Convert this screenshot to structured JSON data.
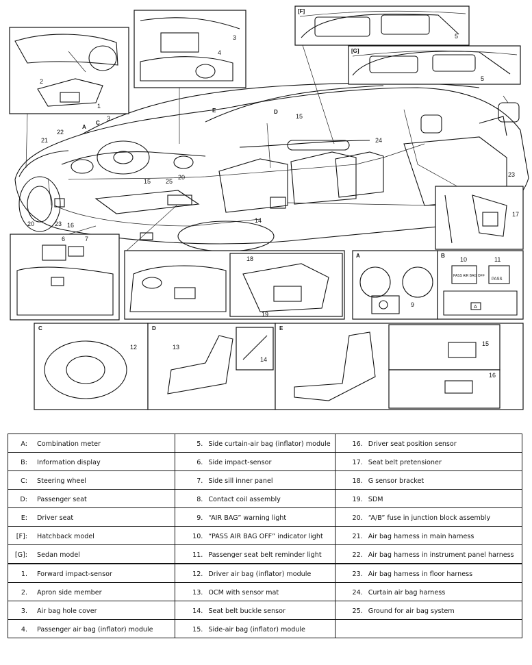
{
  "callouts": {
    "n1": "1",
    "n2": "2",
    "n3": "3",
    "n4": "4",
    "n5": "5",
    "n6": "6",
    "n7": "7",
    "n9": "9",
    "n10": "10",
    "n11": "11",
    "n12": "12",
    "n13": "13",
    "n14": "14",
    "n15": "15",
    "n16": "16",
    "n17": "17",
    "n18": "18",
    "n19": "19",
    "n20": "20",
    "n21": "21",
    "n22": "22",
    "n23": "23",
    "n24": "24",
    "n25": "25",
    "A": "A",
    "B": "B",
    "C": "C",
    "D": "D",
    "E": "E",
    "F": "[F]",
    "G": "[G]",
    "pass_off": "PASS AIR BAG OFF",
    "pass": "PASS",
    "a_mark": "A"
  },
  "legend": {
    "rows": [
      [
        {
          "key": "A:",
          "text": "Combination meter"
        },
        {
          "key": "5.",
          "text": "Side curtain-air bag (inflator) module"
        },
        {
          "key": "16.",
          "text": "Driver seat position sensor"
        }
      ],
      [
        {
          "key": "B:",
          "text": "Information display"
        },
        {
          "key": "6.",
          "text": "Side impact-sensor"
        },
        {
          "key": "17.",
          "text": "Seat belt pretensioner"
        }
      ],
      [
        {
          "key": "C:",
          "text": "Steering wheel"
        },
        {
          "key": "7.",
          "text": "Side sill inner panel"
        },
        {
          "key": "18.",
          "text": "G sensor bracket"
        }
      ],
      [
        {
          "key": "D:",
          "text": "Passenger seat"
        },
        {
          "key": "8.",
          "text": "Contact coil assembly"
        },
        {
          "key": "19.",
          "text": "SDM"
        }
      ],
      [
        {
          "key": "E:",
          "text": "Driver seat"
        },
        {
          "key": "9.",
          "text": "“AIR BAG” warning light"
        },
        {
          "key": "20.",
          "text": "“A/B” fuse in junction block assembly"
        }
      ],
      [
        {
          "key": "[F]:",
          "text": "Hatchback model"
        },
        {
          "key": "10.",
          "text": "“PASS AIR BAG OFF” indicator light"
        },
        {
          "key": "21.",
          "text": "Air bag harness in main harness"
        }
      ],
      [
        {
          "key": "[G]:",
          "text": "Sedan model"
        },
        {
          "key": "11.",
          "text": "Passenger seat belt reminder light"
        },
        {
          "key": "22.",
          "text": "Air bag harness in instrument panel harness"
        }
      ],
      [
        {
          "key": "1.",
          "text": "Forward impact-sensor"
        },
        {
          "key": "12.",
          "text": "Driver air bag (inflator) module"
        },
        {
          "key": "23.",
          "text": "Air bag harness in floor harness"
        }
      ],
      [
        {
          "key": "2.",
          "text": "Apron side member"
        },
        {
          "key": "13.",
          "text": "OCM with sensor mat"
        },
        {
          "key": "24.",
          "text": "Curtain air bag harness"
        }
      ],
      [
        {
          "key": "3.",
          "text": "Air bag hole cover"
        },
        {
          "key": "14.",
          "text": "Seat belt buckle sensor"
        },
        {
          "key": "25.",
          "text": "Ground for air bag system"
        }
      ],
      [
        {
          "key": "4.",
          "text": "Passenger air bag (inflator) module"
        },
        {
          "key": "15.",
          "text": "Side-air bag (inflator) module"
        },
        {
          "key": "",
          "text": ""
        }
      ]
    ]
  }
}
